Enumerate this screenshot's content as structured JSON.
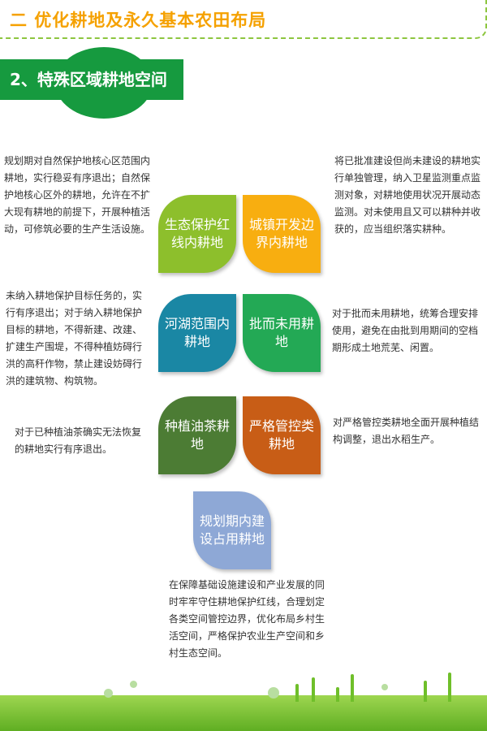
{
  "header": {
    "title": "二  优化耕地及永久基本农田布局"
  },
  "section": {
    "title": "2、特殊区域耕地空间"
  },
  "tiles": [
    {
      "label": "生态保护红线内耕地"
    },
    {
      "label": "城镇开发边界内耕地"
    },
    {
      "label": "河湖范围内耕地"
    },
    {
      "label": "批而未用耕地"
    },
    {
      "label": "种植油茶耕地"
    },
    {
      "label": "严格管控类耕地"
    },
    {
      "label": "规划期内建设占用耕地"
    }
  ],
  "descriptions": [
    {
      "text": "规划期对自然保护地核心区范围内耕地，实行稳妥有序退出；自然保护地核心区外的耕地，允许在不扩大现有耕地的前提下，开展种植活动，可修筑必要的生产生活设施。"
    },
    {
      "text": "将已批准建设但尚未建设的耕地实行单独管理，纳入卫星监测重点监测对象，对耕地使用状况开展动态监测。对未使用且又可以耕种并收获的，应当组织落实耕种。"
    },
    {
      "text": "未纳入耕地保护目标任务的，实行有序退出；对于纳入耕地保护目标的耕地，不得新建、改建、扩建生产围堤，不得种植妨碍行洪的高秆作物，禁止建设妨碍行洪的建筑物、构筑物。"
    },
    {
      "text": "对于批而未用耕地，统筹合理安排使用，避免在由批到用期间的空档期形成土地荒芜、闲置。"
    },
    {
      "text": "对于已种植油茶确实无法恢复的耕地实行有序退出。"
    },
    {
      "text": "对严格管控类耕地全面开展种植结构调整，退出水稻生产。"
    },
    {
      "text": "在保障基础设施建设和产业发展的同时牢牢守住耕地保护红线，合理划定各类空间管控边界，优化布局乡村生活空间，严格保护农业生产空间和乡村生态空间。"
    }
  ],
  "colors": {
    "header_title": "#f5a100",
    "banner": "#169a3f",
    "tile_1": "#8dbf2c",
    "tile_2": "#f8ae10",
    "tile_3": "#1a87a4",
    "tile_4": "#23a955",
    "tile_5": "#4c7c34",
    "tile_6": "#c85d16",
    "tile_7": "#8ea8d6"
  }
}
